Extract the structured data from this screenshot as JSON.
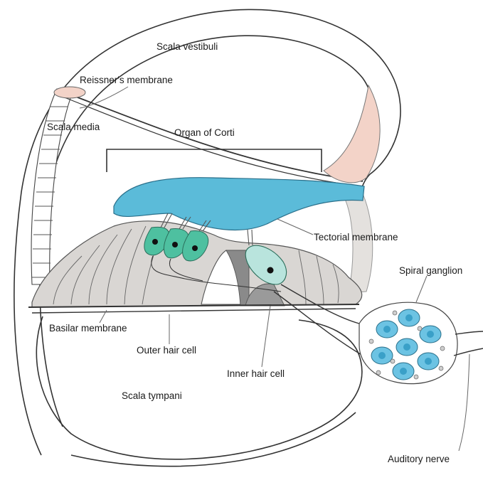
{
  "labels": {
    "scala_vestibuli": "Scala vestibuli",
    "reissners_membrane": "Reissner's membrane",
    "scala_media": "Scala media",
    "organ_of_corti": "Organ of Corti",
    "tectorial_membrane": "Tectorial membrane",
    "spiral_ganglion": "Spiral ganglion",
    "basilar_membrane": "Basilar membrane",
    "outer_hair_cell": "Outer hair cell",
    "inner_hair_cell": "Inner hair cell",
    "scala_tympani": "Scala tympani",
    "auditory_nerve": "Auditory nerve"
  },
  "colors": {
    "tectorial": "#5bbbd9",
    "hair_cell": "#4ec0a0",
    "inner_hair_cell": "#b9e4dd",
    "support_tissue": "#d9d6d3",
    "ganglion_cell": "#6cc3e3",
    "ligament": "#f3d3c8",
    "outline": "#333333"
  }
}
